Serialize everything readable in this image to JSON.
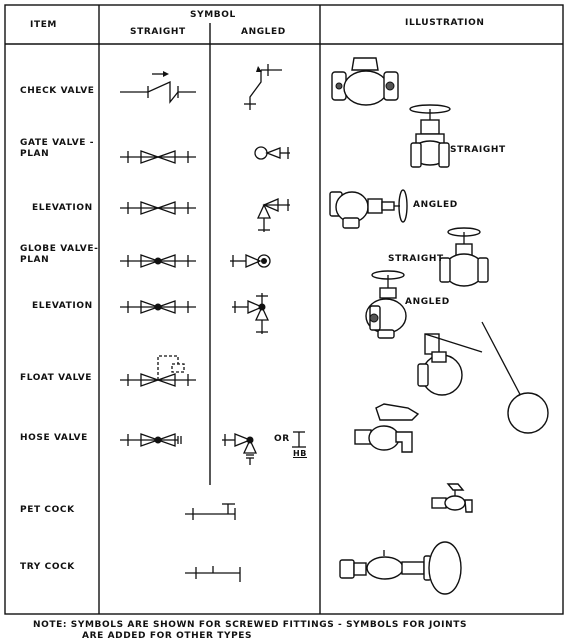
{
  "header": {
    "item": "ITEM",
    "symbol": "SYMBOL",
    "straight": "STRAIGHT",
    "angled": "ANGLED",
    "illustration": "ILLUSTRATION"
  },
  "rows": [
    {
      "label": "CHECK VALVE"
    },
    {
      "label": "GATE VALVE -\nPLAN"
    },
    {
      "label": "ELEVATION"
    },
    {
      "label": "GLOBE VALVE-\nPLAN"
    },
    {
      "label": "ELEVATION"
    },
    {
      "label": "FLOAT VALVE"
    },
    {
      "label": "HOSE VALVE"
    },
    {
      "label": "PET COCK"
    },
    {
      "label": "TRY COCK"
    }
  ],
  "symbol_text": {
    "or": "OR",
    "hb": "HB"
  },
  "illustration_labels": {
    "gate_straight": "STRAIGHT",
    "gate_angled": "ANGLED",
    "globe_straight": "STRAIGHT",
    "globe_angled": "ANGLED"
  },
  "note": {
    "line1": "NOTE:  SYMBOLS ARE SHOWN FOR SCREWED FITTINGS - SYMBOLS FOR JOINTS",
    "line2": "ARE ADDED FOR OTHER TYPES"
  }
}
